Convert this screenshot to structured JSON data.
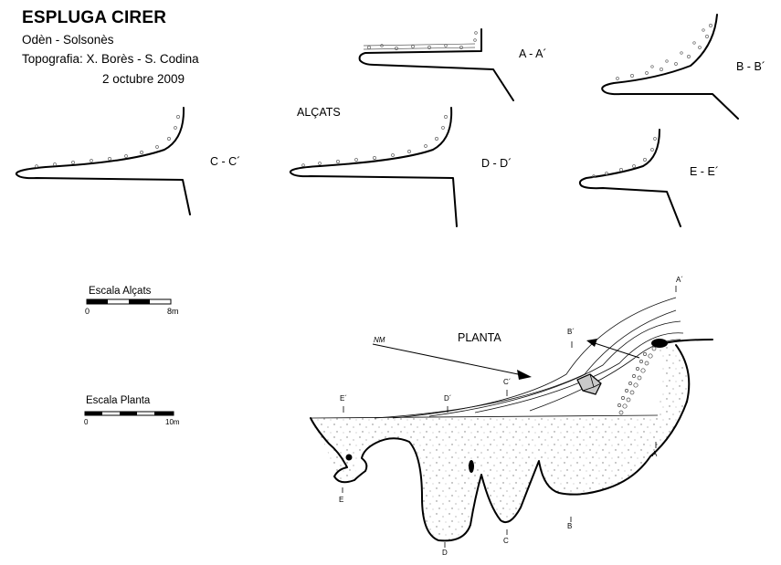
{
  "header": {
    "title": "ESPLUGA CIRER",
    "location": "Odèn - Solsonès",
    "topography": "Topografia: X. Borès - S. Codina",
    "date": "2 octubre 2009"
  },
  "sections": {
    "heading": "ALÇATS",
    "aa": "A - A´",
    "bb": "B - B´",
    "cc": "C - C´",
    "dd": "D - D´",
    "ee": "E - E´"
  },
  "scale_alcats": {
    "label": "Escala Alçats",
    "min": "0",
    "max": "8m"
  },
  "scale_planta": {
    "label": "Escala Planta",
    "min": "0",
    "max": "10m"
  },
  "plan": {
    "heading": "PLANTA",
    "north": "NM",
    "marks": {
      "a_top": "A´",
      "a_bottom": "A",
      "b_top": "B´",
      "b_bottom": "B",
      "c_top": "C´",
      "c_bottom": "C",
      "d_top": "D´",
      "d_bottom": "D",
      "e_top": "E´",
      "e_bottom": "E"
    }
  }
}
